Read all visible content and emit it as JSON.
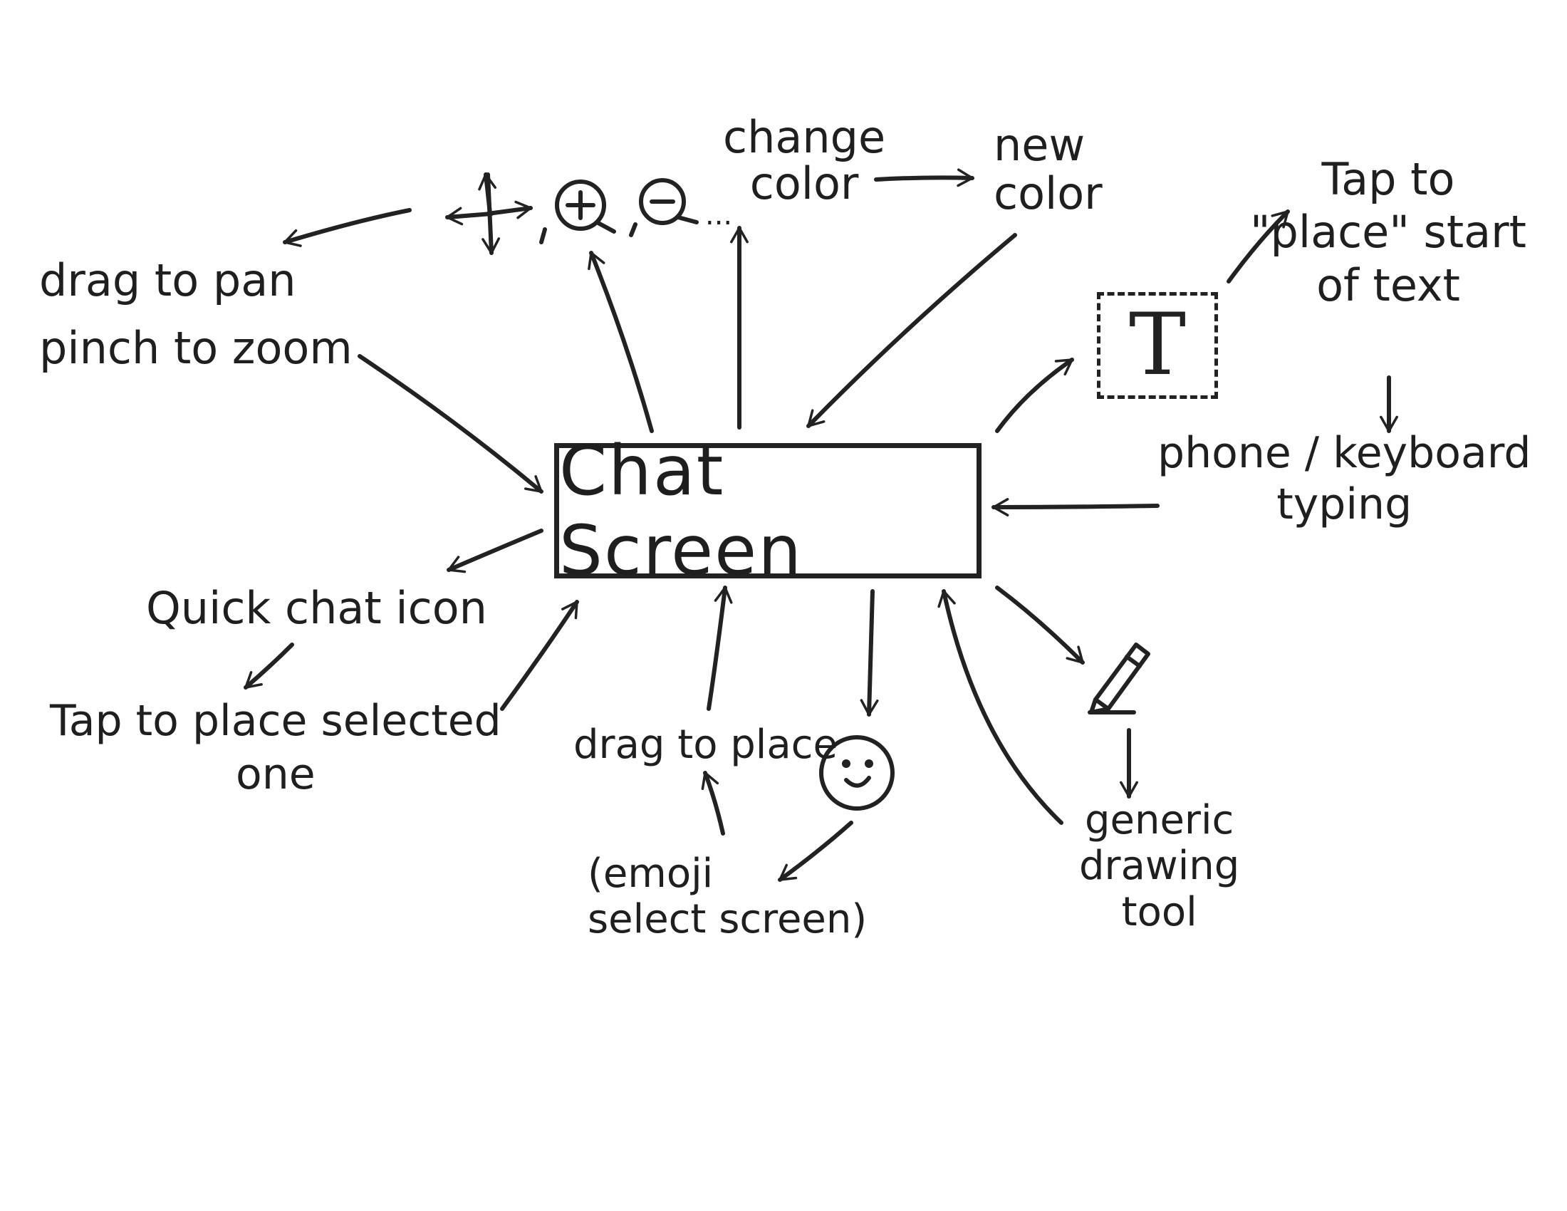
{
  "center": {
    "label": "Chat Screen"
  },
  "labels": {
    "drag_pan": "drag to pan",
    "pinch_zoom": "pinch to zoom",
    "ellipsis": "...",
    "change_color": "change\ncolor",
    "new_color": "new\ncolor",
    "tap_place_start": "Tap to\n\"place\" start\nof text",
    "phone_keyboard": "phone / keyboard\ntyping",
    "quick_chat": "Quick chat icon",
    "tap_place_selected": "Tap to place selected\none",
    "drag_to_place": "drag to place",
    "emoji_select": "(emoji\nselect screen)",
    "generic_drawing": "generic\ndrawing\ntool"
  },
  "icons": {
    "text_tool": "T",
    "pan": "pan-arrows-icon",
    "zoom_in": "zoom-in-icon",
    "zoom_out": "zoom-out-icon",
    "smiley": "smiley-face-icon",
    "pencil": "pencil-icon"
  },
  "colors": {
    "ink": "#222222",
    "background": "#ffffff"
  }
}
